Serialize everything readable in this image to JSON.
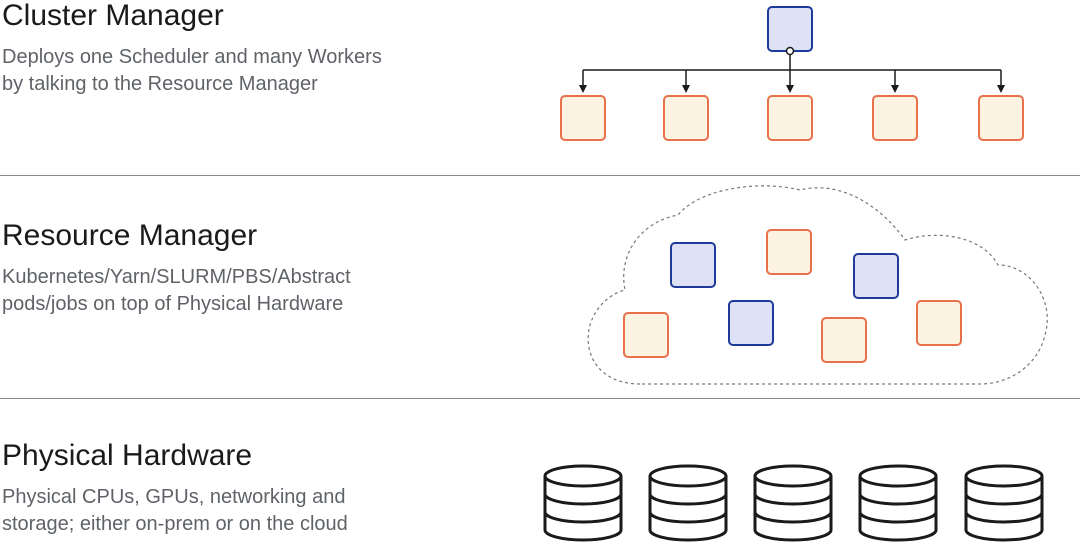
{
  "sections": [
    {
      "title": "Cluster Manager",
      "description": "Deploys one Scheduler and many Workers\nby talking to the Resource Manager"
    },
    {
      "title": "Resource Manager",
      "description": "Kubernetes/Yarn/SLURM/PBS/Abstract\npods/jobs on top of Physical Hardware"
    },
    {
      "title": "Physical Hardware",
      "description": "Physical CPUs, GPUs, networking and\nstorage; either on-prem or on the cloud"
    }
  ],
  "colors": {
    "scheduler_stroke": "#1e3a9a",
    "scheduler_fill": "#dfe2f6",
    "worker_stroke": "#e8704a",
    "worker_fill": "#fdf3e1",
    "line": "#1a1a1a",
    "divider": "#8a8a8a",
    "cloud_stroke": "#777777"
  },
  "icons": {
    "scheduler": "scheduler-node-icon",
    "worker": "worker-node-icon",
    "storage": "storage-cylinder-icon",
    "cloud": "cloud-icon"
  }
}
